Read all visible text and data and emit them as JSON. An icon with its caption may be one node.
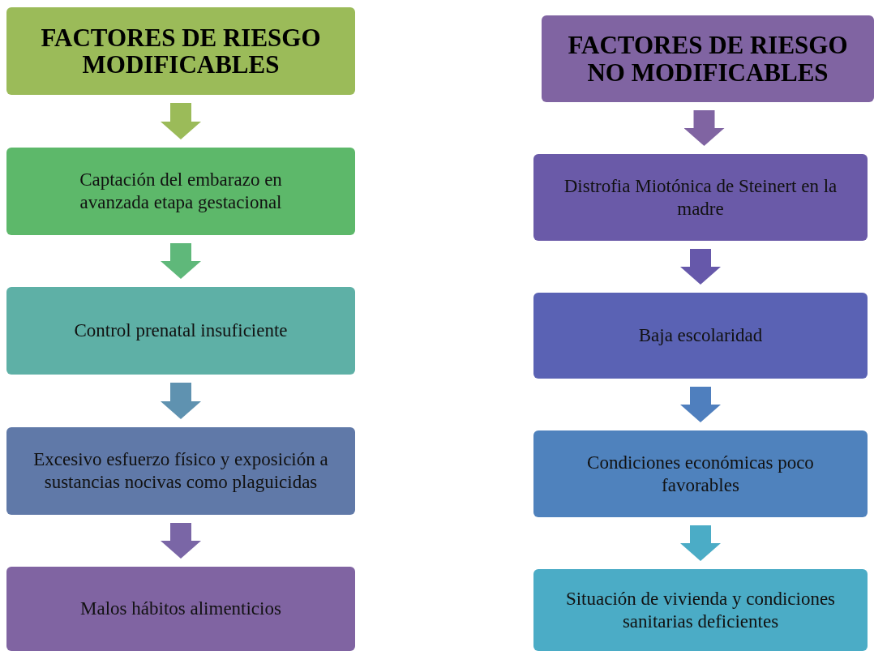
{
  "diagram": {
    "nodes": [
      {
        "text": [
          "FACTORES DE RIESGO MODIFICABLES"
        ]
      },
      {
        "text": [
          "Captación del embarazo en avanzada etapa gestacional"
        ]
      },
      {
        "text": [
          "Control prenatal insuficiente"
        ]
      },
      {
        "text": [
          "Excesivo esfuerzo físico y exposición a sustancias nocivas como plaguicidas"
        ]
      },
      {
        "text": [
          "Malos hábitos alimenticios"
        ]
      },
      {
        "text": [
          "FACTORES DE RIESGO NO MODIFICABLES"
        ]
      },
      {
        "text": [
          "Distrofia Miotónica de Steinert en la madre"
        ]
      },
      {
        "text": [
          "Baja escolaridad"
        ]
      },
      {
        "text": [
          "Condiciones económicas poco favorables"
        ]
      },
      {
        "text": [
          "Situación de vivienda y condiciones sanitarias deficientes"
        ]
      }
    ],
    "edges": [
      {
        "from": 0,
        "to": 1,
        "arrow": "to",
        "color": "#9bbb59"
      },
      {
        "from": 1,
        "to": 2,
        "arrow": "to",
        "color": "#5fb87a"
      },
      {
        "from": 2,
        "to": 3,
        "arrow": "to",
        "color": "#5f92b0"
      },
      {
        "from": 3,
        "to": 4,
        "arrow": "to",
        "color": "#7a66a6"
      },
      {
        "from": 5,
        "to": 6,
        "arrow": "to",
        "color": "#8064a2"
      },
      {
        "from": 6,
        "to": 7,
        "arrow": "to",
        "color": "#6658aa"
      },
      {
        "from": 7,
        "to": 8,
        "arrow": "to",
        "color": "#4f7fbe"
      },
      {
        "from": 8,
        "to": 9,
        "arrow": "to",
        "color": "#4bacc6"
      }
    ]
  }
}
